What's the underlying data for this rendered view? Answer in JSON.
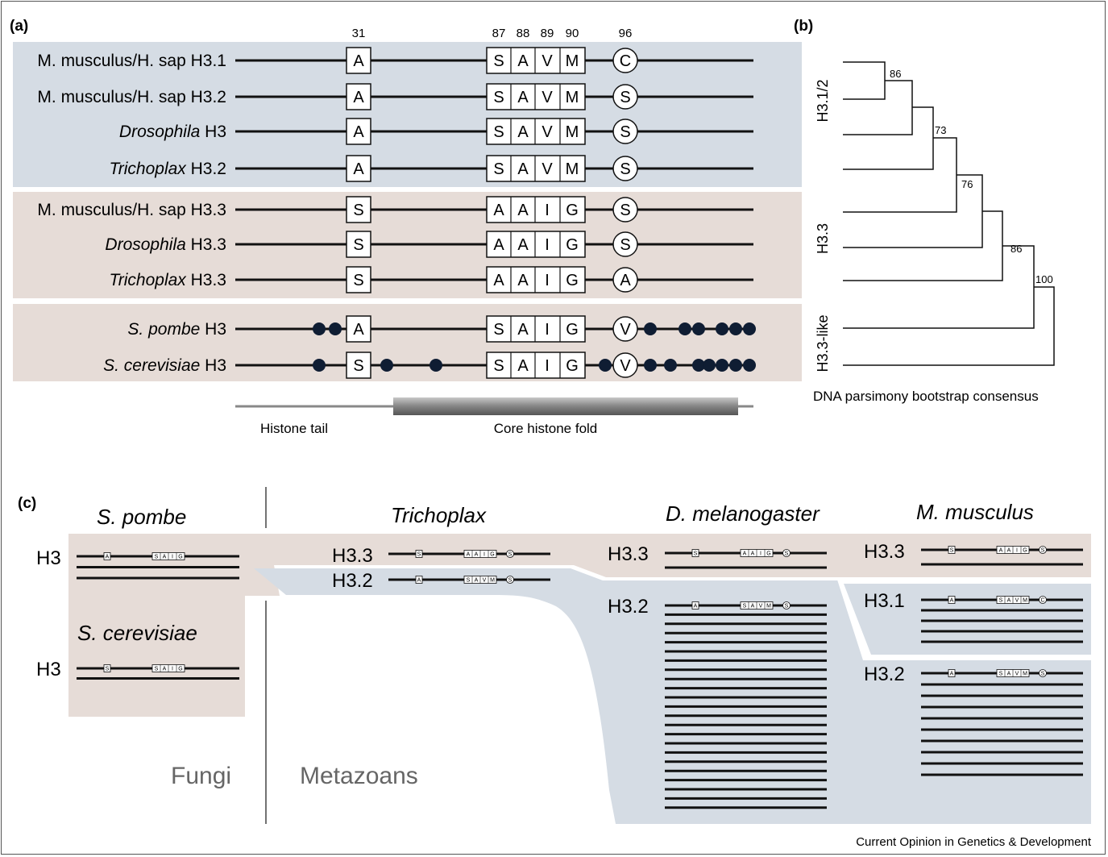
{
  "panel_labels": {
    "a": "(a)",
    "b": "(b)",
    "c": "(c)"
  },
  "panel_a": {
    "positions": [
      {
        "label": "31",
        "col": "p31"
      },
      {
        "label": "87",
        "col": "p87"
      },
      {
        "label": "88",
        "col": "p88"
      },
      {
        "label": "89",
        "col": "p89"
      },
      {
        "label": "90",
        "col": "p90"
      },
      {
        "label": "96",
        "col": "p96"
      }
    ],
    "groups": [
      {
        "name": "H3.1/2-group",
        "color": "#d5dce4",
        "rows": [
          0,
          1,
          2,
          3
        ]
      },
      {
        "name": "H3.3-group",
        "color": "#e6dcd7",
        "rows": [
          4,
          5,
          6
        ]
      },
      {
        "name": "fungal-group",
        "color": "#e6dcd7",
        "rows": [
          7,
          8
        ]
      }
    ],
    "rows": [
      {
        "name_plain": "M. musculus/H. sap H3.1",
        "name_italic": "",
        "p31": "A",
        "core": [
          "S",
          "A",
          "V",
          "M"
        ],
        "p96": "C",
        "dots": []
      },
      {
        "name_plain": "M. musculus/H. sap H3.2",
        "name_italic": "",
        "p31": "A",
        "core": [
          "S",
          "A",
          "V",
          "M"
        ],
        "p96": "S",
        "dots": []
      },
      {
        "name_italic": "Drosophila",
        "name_plain": " H3",
        "p31": "A",
        "core": [
          "S",
          "A",
          "V",
          "M"
        ],
        "p96": "S",
        "dots": []
      },
      {
        "name_italic": "Trichoplax",
        "name_plain": " H3.2",
        "p31": "A",
        "core": [
          "S",
          "A",
          "V",
          "M"
        ],
        "p96": "S",
        "dots": []
      },
      {
        "name_plain": "M. musculus/H. sap H3.3",
        "name_italic": "",
        "p31": "S",
        "core": [
          "A",
          "A",
          "I",
          "G"
        ],
        "p96": "S",
        "dots": []
      },
      {
        "name_italic": "Drosophila",
        "name_plain": " H3.3",
        "p31": "S",
        "core": [
          "A",
          "A",
          "I",
          "G"
        ],
        "p96": "S",
        "dots": []
      },
      {
        "name_italic": "Trichoplax",
        "name_plain": " H3.3",
        "p31": "S",
        "core": [
          "A",
          "A",
          "I",
          "G"
        ],
        "p96": "A",
        "dots": []
      },
      {
        "name_italic": "S. pombe",
        "name_plain": " H3",
        "p31": "A",
        "core": [
          "S",
          "A",
          "I",
          "G"
        ],
        "p96": "V",
        "dots": [
          "tail-a",
          "tail-b",
          "ct-1",
          "ct-3",
          "ct-4",
          "ct-6",
          "ct-7",
          "ct-8"
        ]
      },
      {
        "name_italic": "S. cerevisiae",
        "name_plain": " H3",
        "p31": "S",
        "core": [
          "S",
          "A",
          "I",
          "G"
        ],
        "p96": "V",
        "dots": [
          "tail-a",
          "mid-1",
          "mid-2",
          "pre96",
          "ct-1",
          "ct-2",
          "ct-4",
          "ct-5",
          "ct-6",
          "ct-7",
          "ct-8"
        ]
      }
    ],
    "domain_labels": {
      "tail": "Histone tail",
      "core": "Core histone fold"
    }
  },
  "panel_b": {
    "bootstrap": [
      "86",
      "73",
      "76",
      "86",
      "100"
    ],
    "clade_labels": [
      "H3.1/2",
      "H3.3",
      "H3.3-like"
    ],
    "caption": "DNA parsimony bootstrap consensus"
  },
  "panel_c": {
    "kingdoms": {
      "fungi": "Fungi",
      "metazoans": "Metazoans"
    },
    "organisms": {
      "spombe": "S. pombe",
      "scerevisiae": "S. cerevisiae",
      "trichoplax": "Trichoplax",
      "dmelanogaster": "D. melanogaster",
      "mmusculus": "M. musculus"
    },
    "variant_labels": {
      "spombe_h3": "H3",
      "scer_h3": "H3",
      "trich_h33": "H3.3",
      "trich_h32": "H3.2",
      "dmel_h33": "H3.3",
      "dmel_h32": "H3.2",
      "mmus_h33": "H3.3",
      "mmus_h31": "H3.1",
      "mmus_h32": "H3.2"
    },
    "gene_counts": {
      "spombe_h3": 3,
      "scer_h3": 2,
      "trich_h33": 1,
      "trich_h32": 1,
      "dmel_h33": 2,
      "dmel_h32": 23,
      "mmus_h33": 2,
      "mmus_h31": 5,
      "mmus_h32": 10
    },
    "motifs": {
      "spombe_h3": {
        "p31": "A",
        "core": [
          "S",
          "A",
          "I",
          "G"
        ],
        "p96": ""
      },
      "scer_h3": {
        "p31": "S",
        "core": [
          "S",
          "A",
          "I",
          "G"
        ],
        "p96": ""
      },
      "trich_h33": {
        "p31": "S",
        "core": [
          "A",
          "A",
          "I",
          "G"
        ],
        "p96": "S"
      },
      "trich_h32": {
        "p31": "A",
        "core": [
          "S",
          "A",
          "V",
          "M"
        ],
        "p96": "S"
      },
      "dmel_h33": {
        "p31": "S",
        "core": [
          "A",
          "A",
          "I",
          "G"
        ],
        "p96": "S"
      },
      "dmel_h32": {
        "p31": "A",
        "core": [
          "S",
          "A",
          "V",
          "M"
        ],
        "p96": "S"
      },
      "mmus_h33": {
        "p31": "S",
        "core": [
          "A",
          "A",
          "I",
          "G"
        ],
        "p96": "S"
      },
      "mmus_h31": {
        "p31": "A",
        "core": [
          "S",
          "A",
          "V",
          "M"
        ],
        "p96": "C"
      },
      "mmus_h32": {
        "p31": "A",
        "core": [
          "S",
          "A",
          "V",
          "M"
        ],
        "p96": "S"
      }
    },
    "colors": {
      "h33_band": "#e6dcd7",
      "h32_band": "#d5dce4"
    }
  },
  "credit": "Current Opinion in Genetics & Development"
}
